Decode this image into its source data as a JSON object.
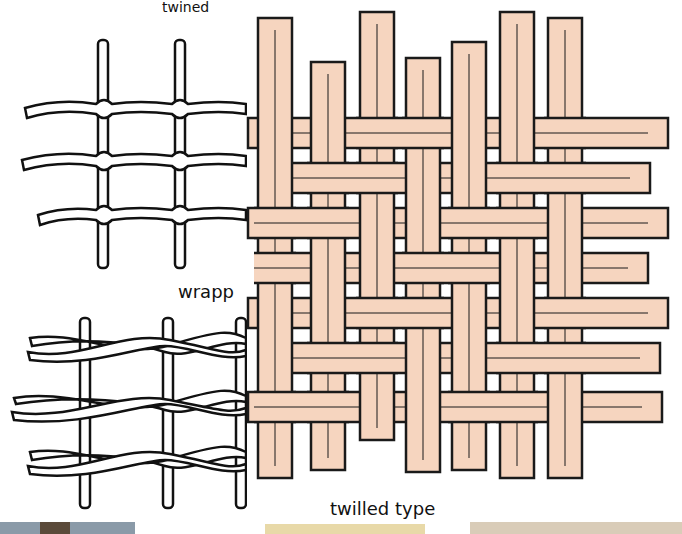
{
  "diagram": {
    "labels": [
      "twined",
      "wrapp",
      "twilled type"
    ]
  }
}
